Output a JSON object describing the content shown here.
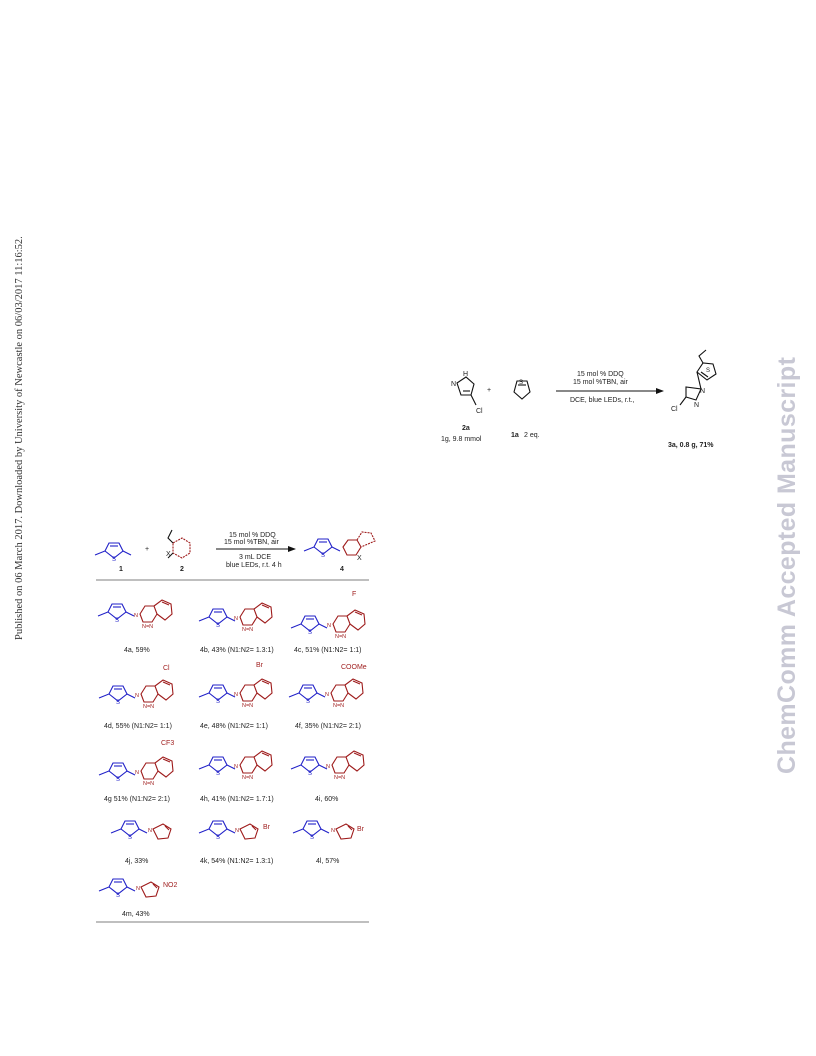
{
  "side": {
    "published": "Published on 06 March 2017. Downloaded by University of Newcastle on 06/03/2017 11:16:52.",
    "watermark": "ChemComm Accepted Manuscript"
  },
  "gram_scale": {
    "conditions_top": "15 mol % DDQ",
    "conditions_top2": "15 mol %TBN, air",
    "conditions_bottom": "DCE, blue LEDs, r.t.,",
    "sm1_label": "2a",
    "sm1_amount": "1g, 9.8 mmol",
    "sm2_label": "1a",
    "sm2_amount": "2 eq.",
    "product_label": "3a, 0.8 g, 71%",
    "plus": "+",
    "atom_h": "H",
    "atom_n": "N",
    "atom_cl": "Cl",
    "atom_s": "S"
  },
  "scheme": {
    "conditions_top": "15 mol % DDQ",
    "conditions_top2": "15 mol %TBN, air",
    "conditions_bottom": "3 mL DCE",
    "conditions_bottom2": "blue LEDs, r.t. 4 h",
    "reagent1": "1",
    "reagent2": "2",
    "product": "4",
    "plus": "+",
    "atom_x": "X",
    "entries": [
      {
        "id": "4a",
        "label": "4a, 59%"
      },
      {
        "id": "4b",
        "label": "4b, 43% (N1:N2= 1.3:1)"
      },
      {
        "id": "4c",
        "label": "4c, 51% (N1:N2= 1:1)"
      },
      {
        "id": "4d",
        "label": "4d, 55% (N1:N2= 1:1)"
      },
      {
        "id": "4e",
        "label": "4e, 48% (N1:N2= 1:1)"
      },
      {
        "id": "4f",
        "label": "4f, 35% (N1:N2= 2:1)"
      },
      {
        "id": "4g",
        "label": "4g 51% (N1:N2= 2:1)"
      },
      {
        "id": "4h",
        "label": "4h, 41% (N1:N2= 1.7:1)"
      },
      {
        "id": "4i",
        "label": "4i, 60%"
      },
      {
        "id": "4j",
        "label": "4j, 33%"
      },
      {
        "id": "4k",
        "label": "4k, 54% (N1:N2= 1.3:1)"
      },
      {
        "id": "4l",
        "label": "4l, 57%"
      },
      {
        "id": "4m",
        "label": "4m, 43%"
      }
    ],
    "substituents": {
      "f": "F",
      "cl": "Cl",
      "br": "Br",
      "coome": "COOMe",
      "cf3": "CF3",
      "no2": "NO2"
    }
  }
}
